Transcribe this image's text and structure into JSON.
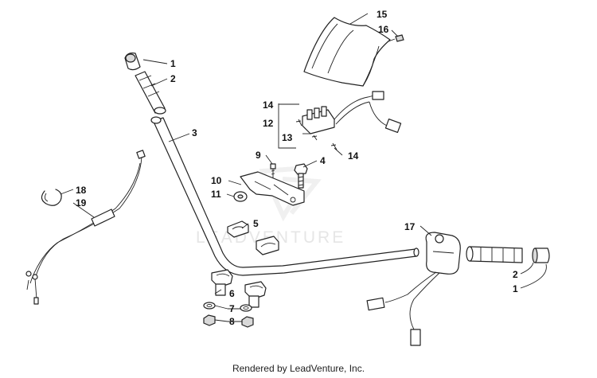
{
  "footer": {
    "text": "Rendered by LeadVenture, Inc."
  },
  "watermark": {
    "text": "LEADVENTURE"
  },
  "colors": {
    "line": "#222222",
    "background": "#ffffff",
    "watermark": "#e6e6e6"
  },
  "callouts": {
    "c1a": "1",
    "c2a": "2",
    "c3": "3",
    "c4": "4",
    "c5": "5",
    "c6": "6",
    "c7": "7",
    "c8": "8",
    "c9": "9",
    "c10": "10",
    "c11": "11",
    "c12": "12",
    "c13": "13",
    "c14a": "14",
    "c14b": "14",
    "c15": "15",
    "c16": "16",
    "c17": "17",
    "c18": "18",
    "c19": "19",
    "c2b": "2",
    "c1b": "1"
  }
}
